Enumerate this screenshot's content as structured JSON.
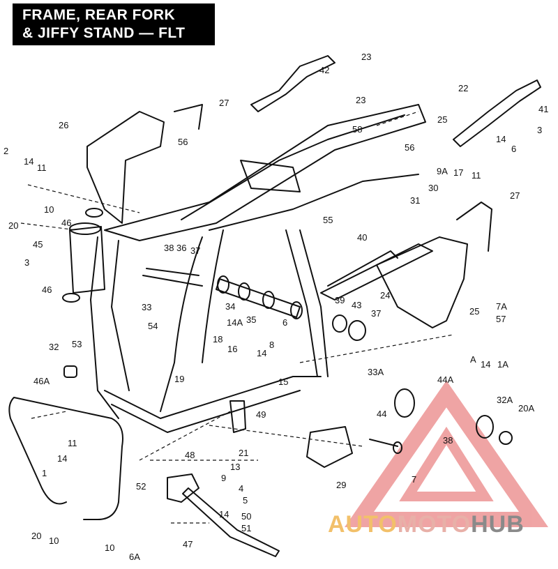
{
  "title": {
    "line1": "FRAME, REAR FORK",
    "line2": "& JIFFY STAND — FLT"
  },
  "watermark": {
    "part1": "AUTO",
    "part2": "MOTO",
    "part3": "HUB",
    "colors": {
      "auto": "#f2c06a",
      "moto": "#e8b0a8",
      "hub": "#8a8a8a",
      "triangle": "#e35b5b"
    }
  },
  "callouts": [
    "23",
    "42",
    "27",
    "23",
    "22",
    "41",
    "26",
    "3",
    "58",
    "25",
    "14",
    "6",
    "56",
    "2",
    "14",
    "11",
    "56",
    "11",
    "9A",
    "17",
    "27",
    "30",
    "31",
    "10",
    "20",
    "46",
    "55",
    "45",
    "40",
    "38",
    "36",
    "37",
    "3",
    "24",
    "46",
    "33",
    "34",
    "39",
    "43",
    "37",
    "25",
    "7A",
    "57",
    "14A",
    "35",
    "6",
    "54",
    "18",
    "8",
    "16",
    "14",
    "A",
    "14",
    "1A",
    "32",
    "53",
    "19",
    "33A",
    "46A",
    "15",
    "44A",
    "32A",
    "20A",
    "44",
    "49",
    "11",
    "38",
    "14",
    "21",
    "48",
    "13",
    "9",
    "29",
    "1",
    "7",
    "52",
    "4",
    "5",
    "14",
    "50",
    "51",
    "20",
    "10",
    "47",
    "10",
    "6A"
  ]
}
